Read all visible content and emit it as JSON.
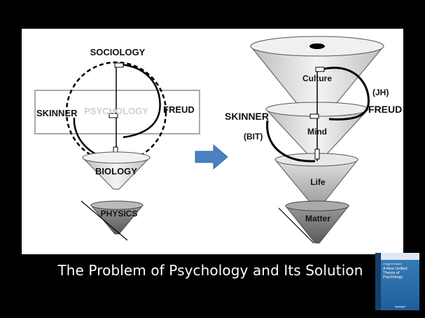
{
  "left_diagram": {
    "sociology": "SOCIOLOGY",
    "skinner": "SKINNER",
    "freud": "FREUD",
    "psychology": "PSYCHOLOGY",
    "biology": "BIOLOGY",
    "physics": "PHYSICS"
  },
  "right_diagram": {
    "culture": "Culture",
    "mind": "Mind",
    "life": "Life",
    "matter": "Matter",
    "skinner": "SKINNER",
    "bit": "(BIT)",
    "jh": "(JH)",
    "freud": "FREUD"
  },
  "caption": "The Problem of Psychology and Its Solution",
  "book": {
    "author": "Gregg Henriques",
    "title": "A New Unified Theory of Psychology",
    "publisher": "Springer"
  },
  "colors": {
    "background": "#000000",
    "slide": "#ffffff",
    "transition_arrow": "#4a7fc1"
  }
}
